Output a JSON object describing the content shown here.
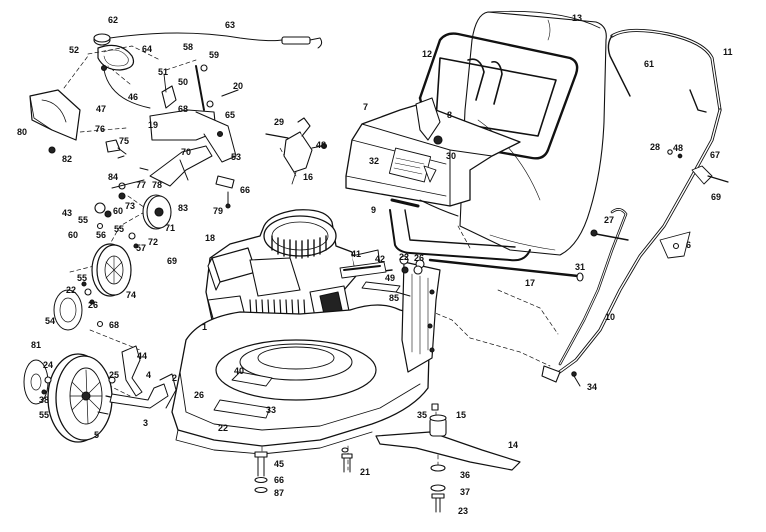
{
  "parts": [
    {
      "id": "p1",
      "num": "1"
    },
    {
      "id": "p2",
      "num": "2"
    },
    {
      "id": "p3",
      "num": "3"
    },
    {
      "id": "p4",
      "num": "4"
    },
    {
      "id": "p5",
      "num": "5"
    },
    {
      "id": "p6",
      "num": "6"
    },
    {
      "id": "p7",
      "num": "7"
    },
    {
      "id": "p8",
      "num": "8"
    },
    {
      "id": "p9",
      "num": "9"
    },
    {
      "id": "p10",
      "num": "10"
    },
    {
      "id": "p11",
      "num": "11"
    },
    {
      "id": "p12",
      "num": "12"
    },
    {
      "id": "p13",
      "num": "13"
    },
    {
      "id": "p14",
      "num": "14"
    },
    {
      "id": "p15",
      "num": "15"
    },
    {
      "id": "p16",
      "num": "16"
    },
    {
      "id": "p17",
      "num": "17"
    },
    {
      "id": "p18",
      "num": "18"
    },
    {
      "id": "p19",
      "num": "19"
    },
    {
      "id": "p20",
      "num": "20"
    },
    {
      "id": "p21",
      "num": "21"
    },
    {
      "id": "p22a",
      "num": "22"
    },
    {
      "id": "p22b",
      "num": "22"
    },
    {
      "id": "p22c",
      "num": "22"
    },
    {
      "id": "p23",
      "num": "23"
    },
    {
      "id": "p24",
      "num": "24"
    },
    {
      "id": "p25",
      "num": "25"
    },
    {
      "id": "p26a",
      "num": "26"
    },
    {
      "id": "p26b",
      "num": "26"
    },
    {
      "id": "p26c",
      "num": "26"
    },
    {
      "id": "p27",
      "num": "27"
    },
    {
      "id": "p28",
      "num": "28"
    },
    {
      "id": "p29",
      "num": "29"
    },
    {
      "id": "p30",
      "num": "30"
    },
    {
      "id": "p31",
      "num": "31"
    },
    {
      "id": "p32",
      "num": "32"
    },
    {
      "id": "p33",
      "num": "33"
    },
    {
      "id": "p34",
      "num": "34"
    },
    {
      "id": "p35",
      "num": "35"
    },
    {
      "id": "p36",
      "num": "36"
    },
    {
      "id": "p37",
      "num": "37"
    },
    {
      "id": "p38",
      "num": "38"
    },
    {
      "id": "p40",
      "num": "40"
    },
    {
      "id": "p41",
      "num": "41"
    },
    {
      "id": "p42",
      "num": "42"
    },
    {
      "id": "p43",
      "num": "43"
    },
    {
      "id": "p44",
      "num": "44"
    },
    {
      "id": "p45",
      "num": "45"
    },
    {
      "id": "p46",
      "num": "46"
    },
    {
      "id": "p47",
      "num": "47"
    },
    {
      "id": "p48a",
      "num": "48"
    },
    {
      "id": "p48b",
      "num": "48"
    },
    {
      "id": "p49",
      "num": "49"
    },
    {
      "id": "p50",
      "num": "50"
    },
    {
      "id": "p51",
      "num": "51"
    },
    {
      "id": "p52",
      "num": "52"
    },
    {
      "id": "p53",
      "num": "53"
    },
    {
      "id": "p54",
      "num": "54"
    },
    {
      "id": "p55a",
      "num": "55"
    },
    {
      "id": "p55b",
      "num": "55"
    },
    {
      "id": "p55c",
      "num": "55"
    },
    {
      "id": "p55d",
      "num": "55"
    },
    {
      "id": "p56",
      "num": "56"
    },
    {
      "id": "p57",
      "num": "57"
    },
    {
      "id": "p58",
      "num": "58"
    },
    {
      "id": "p59",
      "num": "59"
    },
    {
      "id": "p60a",
      "num": "60"
    },
    {
      "id": "p60b",
      "num": "60"
    },
    {
      "id": "p61",
      "num": "61"
    },
    {
      "id": "p62",
      "num": "62"
    },
    {
      "id": "p63",
      "num": "63"
    },
    {
      "id": "p64",
      "num": "64"
    },
    {
      "id": "p65",
      "num": "65"
    },
    {
      "id": "p66a",
      "num": "66"
    },
    {
      "id": "p66b",
      "num": "66"
    },
    {
      "id": "p67",
      "num": "67"
    },
    {
      "id": "p68a",
      "num": "68"
    },
    {
      "id": "p68b",
      "num": "68"
    },
    {
      "id": "p69a",
      "num": "69"
    },
    {
      "id": "p69b",
      "num": "69"
    },
    {
      "id": "p70",
      "num": "70"
    },
    {
      "id": "p71",
      "num": "71"
    },
    {
      "id": "p72",
      "num": "72"
    },
    {
      "id": "p73",
      "num": "73"
    },
    {
      "id": "p74",
      "num": "74"
    },
    {
      "id": "p75",
      "num": "75"
    },
    {
      "id": "p76",
      "num": "76"
    },
    {
      "id": "p77",
      "num": "77"
    },
    {
      "id": "p78",
      "num": "78"
    },
    {
      "id": "p79",
      "num": "79"
    },
    {
      "id": "p80",
      "num": "80"
    },
    {
      "id": "p81",
      "num": "81"
    },
    {
      "id": "p82",
      "num": "82"
    },
    {
      "id": "p83",
      "num": "83"
    },
    {
      "id": "p84",
      "num": "84"
    },
    {
      "id": "p85",
      "num": "85"
    },
    {
      "id": "p87",
      "num": "87"
    }
  ]
}
